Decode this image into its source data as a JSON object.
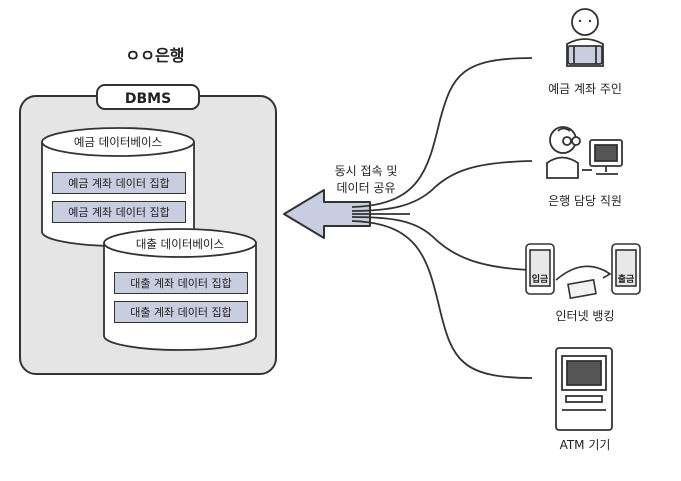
{
  "bank": {
    "title": "ㅇㅇ은행",
    "dbms_label": "DBMS"
  },
  "databases": [
    {
      "title": "예금 데이터베이스",
      "sets": [
        "예금 계좌 데이터 집합",
        "예금 계좌 데이터 집합"
      ]
    },
    {
      "title": "대출 데이터베이스",
      "sets": [
        "대출 계좌 데이터 집합",
        "대출 계좌 데이터 집합"
      ]
    }
  ],
  "shared_access": {
    "line1": "동시 접속 및",
    "line2": "데이터 공유"
  },
  "users": [
    {
      "label": "예금 계좌 주인",
      "icon": "account-owner-icon"
    },
    {
      "label": "은행 담당 직원",
      "icon": "bank-staff-icon"
    },
    {
      "label": "인터넷 뱅킹",
      "icon": "internet-banking-icon",
      "deposit": "입금",
      "withdraw": "출금"
    },
    {
      "label": "ATM 기기",
      "icon": "atm-icon"
    }
  ],
  "colors": {
    "dbms_box": "#e5e5e5",
    "data_set": "#c9cde0",
    "stroke": "#333333"
  }
}
